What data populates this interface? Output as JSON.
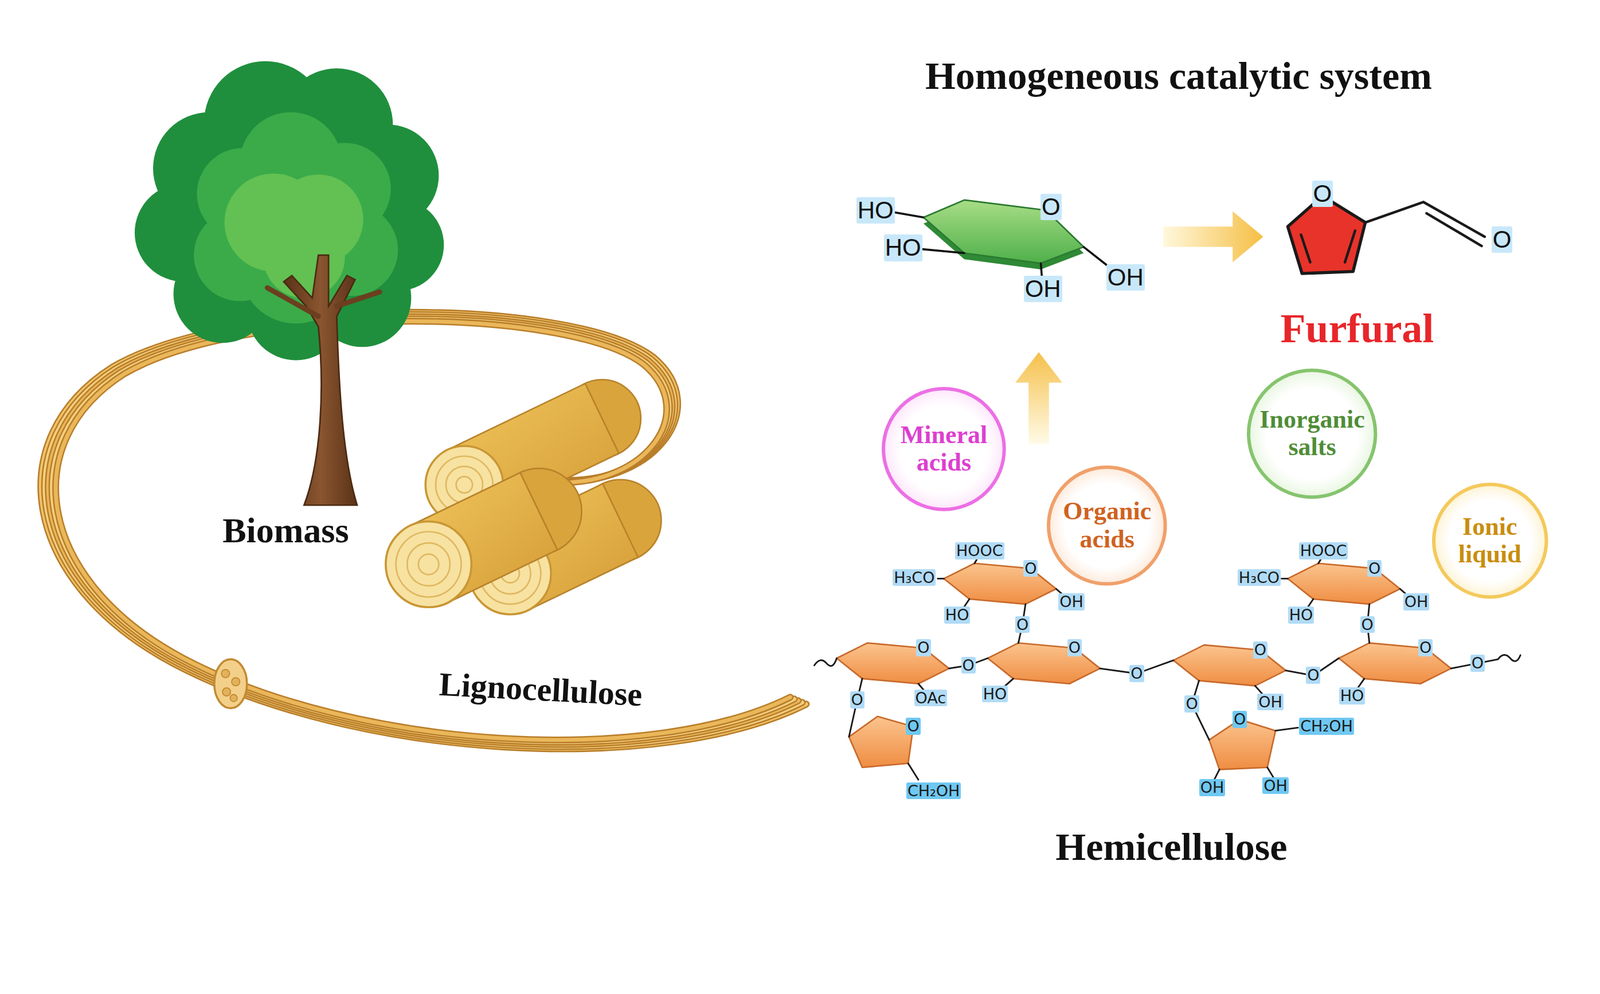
{
  "diagram": {
    "nodes": [
      {
        "text": [
          "Homogeneous catalytic system",
          "Hemicellulose"
        ]
      },
      {
        "text": [
          "Mineral acids"
        ],
        "in": 0
      },
      {
        "text": [
          "Inorganic salts"
        ],
        "in": 0
      },
      {
        "text": [
          "Organic acids"
        ],
        "in": 0
      },
      {
        "text": [
          "Ionic liquid"
        ],
        "in": 0
      }
    ],
    "labels": [
      "Biomass",
      "Lignocellulose",
      "HO",
      "HO",
      "O",
      "OH",
      "OH",
      "O",
      "O",
      "Furfural",
      "H₃CO",
      "HOOC",
      "O",
      "HO",
      "OH",
      "O",
      "H₃CO",
      "HOOC",
      "O",
      "HO",
      "OH",
      "O",
      "O",
      "OAc",
      "O",
      "O",
      "HO",
      "O",
      "O",
      "OH",
      "O",
      "O",
      "HO",
      "O",
      "O",
      "O",
      "CH₂OH",
      "O",
      "O",
      "CH₂OH",
      "OH",
      "OH"
    ]
  }
}
